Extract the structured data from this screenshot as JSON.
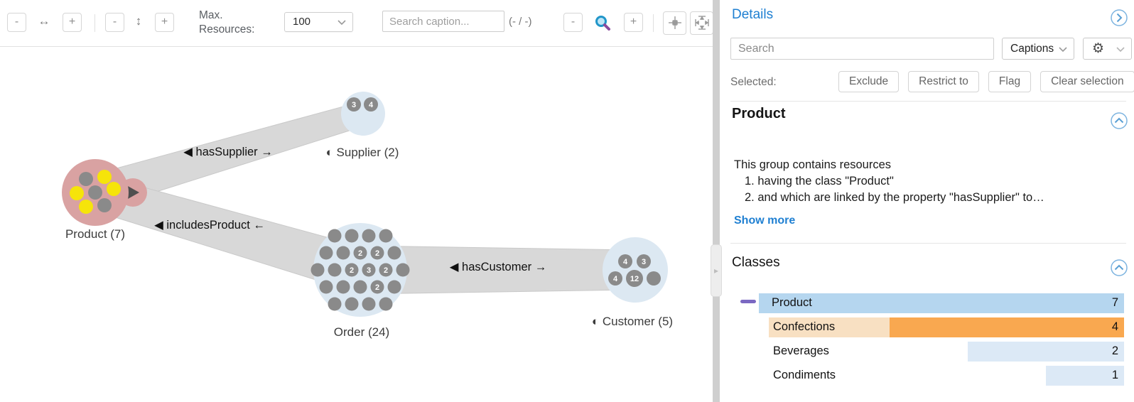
{
  "colors": {
    "nodepink": "#d9a2a2",
    "nodeblue": "#dce8f2",
    "dotgray": "#8a8a8a",
    "dotyellow": "#f6e40a",
    "edgegray": "#d8d8d8",
    "linkblue": "#2080d2",
    "circleblue": "#5a9fd4",
    "dashpurple": "#7b68c2",
    "selectedrowblue": "#b5d6ef",
    "barorange": "#f9a850",
    "rowpeach": "#f8e0c2",
    "barlightblue": "#dce9f6"
  },
  "toolbar": {
    "shrink_h": "-",
    "grow_h": "+",
    "shrink_v": "-",
    "grow_v": "+",
    "arrow_h": "↔",
    "arrow_v": "↕",
    "max_resources_line1": "Max.",
    "max_resources_line2": "Resources:",
    "max_resources_value": "100",
    "caption_search_placeholder": "Search caption...",
    "search_counter": "(- / -)",
    "zoom_out": "-",
    "zoom_in": "+"
  },
  "graph": {
    "edges": {
      "has_supplier": "◀ hasSupplier →",
      "includes_product": "◀ includesProduct ←",
      "has_customer": "◀ hasCustomer →"
    },
    "nodes": {
      "product": {
        "caption": "Product (7)"
      },
      "supplier": {
        "caption": "◐ Supplier (2)",
        "dots": [
          "3",
          "4"
        ]
      },
      "order": {
        "caption": "Order (24)",
        "dots": [
          "2",
          "2",
          "2",
          "3",
          "2",
          "2"
        ]
      },
      "customer": {
        "caption": "◐ Customer (5)",
        "dots": [
          "4",
          "3",
          "4",
          "12"
        ]
      }
    }
  },
  "panel": {
    "title": "Details",
    "search_placeholder": "Search",
    "captions_dropdown": "Captions",
    "selected_label": "Selected:",
    "actions": {
      "exclude": "Exclude",
      "restrict": "Restrict to",
      "flag": "Flag",
      "clear": "Clear selection"
    },
    "group": {
      "title": "Product",
      "intro": "This group contains resources",
      "item1": "1. having the class \"Product\"",
      "item2": "2. and which are linked by the property \"hasSupplier\" to…",
      "show_more": "Show more"
    },
    "classes": {
      "title": "Classes",
      "rows": [
        {
          "label": "Product",
          "value": "7",
          "bar_style": "width:100%;background:#b5d6ef"
        },
        {
          "label": "Confections",
          "value": "4",
          "row_style": "background:#f8e0c2",
          "bar_style": "width:66%;background:#f9a850"
        },
        {
          "label": "Beverages",
          "value": "2",
          "bar_style": "width:44%;background:#dce9f6"
        },
        {
          "label": "Condiments",
          "value": "1",
          "bar_style": "width:22%;background:#dce9f6"
        }
      ]
    }
  }
}
